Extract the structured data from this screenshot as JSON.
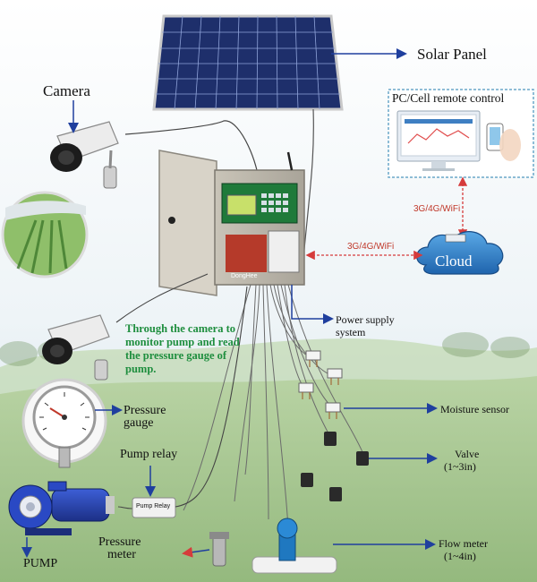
{
  "labels": {
    "solar_panel": "Solar Panel",
    "camera": "Camera",
    "pc_remote": "PC/Cell remote control",
    "wifi_top": "3G/4G/WiFi",
    "wifi_mid": "3G/4G/WiFi",
    "cloud": "Cloud",
    "power_line1": "Power supply",
    "power_line2": "system",
    "moisture_sensor": "Moisture sensor",
    "valve_line1": "Valve",
    "valve_line2": "(1~3in)",
    "flow_line1": "Flow meter",
    "flow_line2": "(1~4in)",
    "pressure_gauge_line1": "Pressure",
    "pressure_gauge_line2": "gauge",
    "pump_relay": "Pump relay",
    "pump_relay_tag": "Pump Relay",
    "pressure_meter_line1": "Pressure",
    "pressure_meter_line2": "meter",
    "pump": "PUMP",
    "brand": "DongHee",
    "note": "Through the camera to monitor pump and read the pressure gauge of pump."
  },
  "colors": {
    "sky_top": "#ffffff",
    "sky_bottom": "#cfe0ea",
    "grass": "#7fae57",
    "arrow_blue": "#1f3f9e",
    "arrow_red": "#d63b3b",
    "cloud_blue": "#2f7fc4",
    "note_green": "#1e8e3e",
    "panel_blue": "#1e2f6b"
  },
  "icons": {
    "camera": "cctv-camera-icon",
    "gauge": "pressure-gauge-icon",
    "pump": "water-pump-icon",
    "cloud": "cloud-icon",
    "pc": "desktop-computer-icon",
    "phone": "smartphone-icon"
  }
}
